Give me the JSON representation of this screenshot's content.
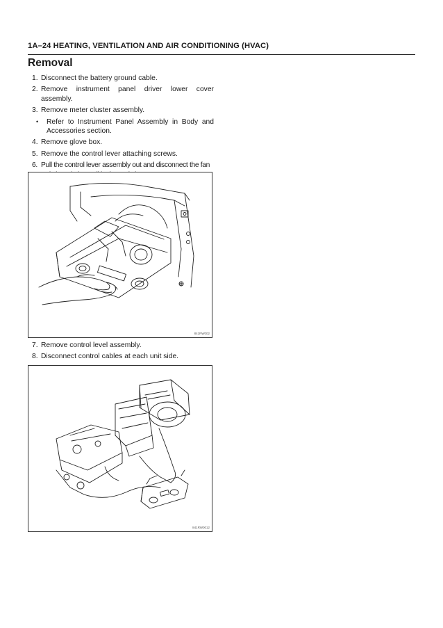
{
  "header": {
    "title": "1A–24   HEATING, VENTILATION AND AIR CONDITIONING (HVAC)"
  },
  "section": {
    "title": "Removal"
  },
  "steps_a": [
    {
      "num": "1.",
      "text": "Disconnect the battery ground cable."
    },
    {
      "num": "2.",
      "text": "Remove instrument panel driver lower cover assembly."
    },
    {
      "num": "3.",
      "text": "Remove meter cluster assembly."
    },
    {
      "bullet": "•",
      "text": "Refer to Instrument Panel Assembly in Body and Accessories section."
    },
    {
      "num": "4.",
      "text": "Remove glove box."
    },
    {
      "num": "5.",
      "text": "Remove the control lever attaching screws."
    },
    {
      "num": "6.",
      "text": "Pull the control lever assembly out and disconnect the fan switch and air conditioning switch connectors."
    }
  ],
  "figure_1": {
    "code": "841RW002"
  },
  "steps_b": [
    {
      "num": "7.",
      "text": "Remove control level assembly."
    },
    {
      "num": "8.",
      "text": "Disconnect control cables at each unit side."
    }
  ],
  "figure_2": {
    "code": "841RW0012"
  }
}
